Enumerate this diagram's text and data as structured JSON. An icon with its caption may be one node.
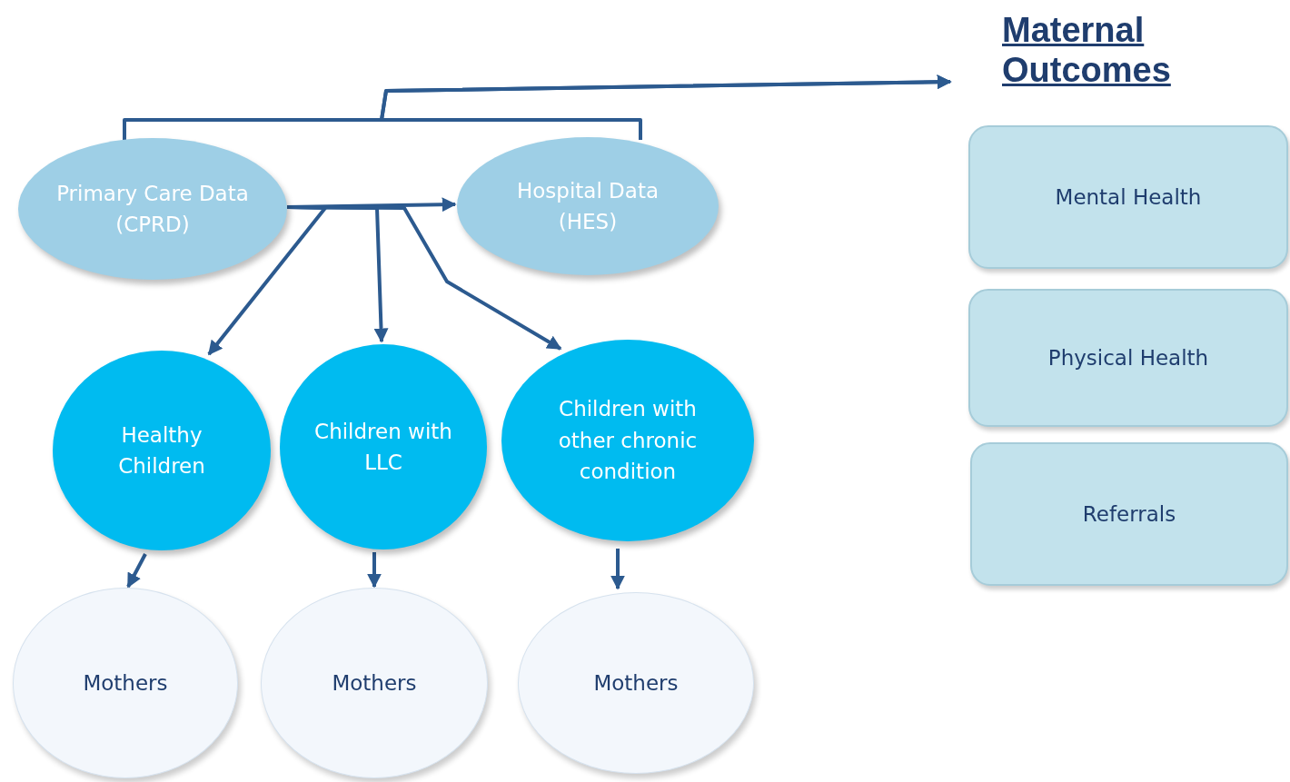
{
  "diagram": {
    "nodes": [
      {
        "text": [
          "Primary Care Data (CPRD)"
        ]
      },
      {
        "text": [
          "Hospital Data (HES)"
        ]
      },
      {
        "text": [
          "Healthy Children"
        ]
      },
      {
        "text": [
          "Children with LLC"
        ]
      },
      {
        "text": [
          "Children with other chronic condition"
        ]
      },
      {
        "text": [
          "Mothers"
        ]
      },
      {
        "text": [
          "Mothers"
        ]
      },
      {
        "text": [
          "Mothers"
        ]
      },
      {
        "text": [
          "Maternal Outcomes"
        ]
      },
      {
        "text": [
          "Mental Health"
        ]
      },
      {
        "text": [
          "Physical Health"
        ]
      },
      {
        "text": [
          "Referrals"
        ]
      }
    ],
    "edges": [
      {
        "from": 0,
        "to": 1,
        "arrow": "to"
      },
      {
        "from": 0,
        "to": 2,
        "arrow": "to"
      },
      {
        "from": 0,
        "to": 3,
        "arrow": "to"
      },
      {
        "from": 0,
        "to": 4,
        "arrow": "to"
      },
      {
        "from": 2,
        "to": 5,
        "arrow": "to"
      },
      {
        "from": 3,
        "to": 6,
        "arrow": "to"
      },
      {
        "from": 4,
        "to": 7,
        "arrow": "to"
      },
      {
        "from": 0,
        "to": 8,
        "arrow": "to"
      },
      {
        "from": 1,
        "to": 8,
        "arrow": "to"
      }
    ]
  }
}
